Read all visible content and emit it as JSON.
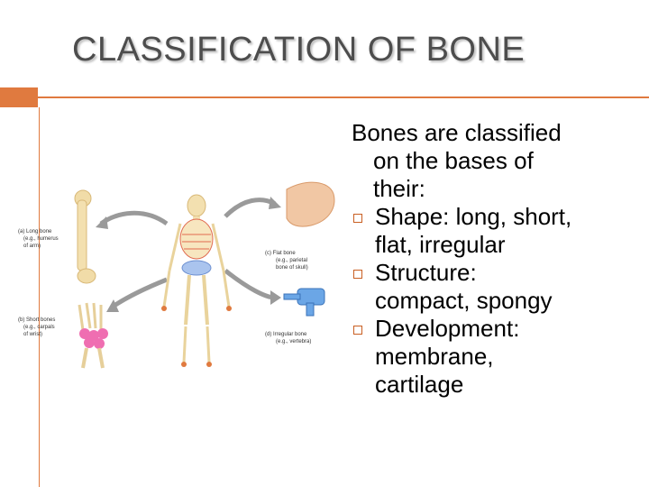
{
  "slide": {
    "title": "CLASSIFICATION OF BONE",
    "accent_color": "#e07a3f",
    "intro_line1": "Bones are classified",
    "intro_line2": "on the bases of",
    "intro_line3": "their:",
    "bullets": [
      {
        "term": "Shape:",
        "rest1": " long, short,",
        "rest2": "flat, irregular"
      },
      {
        "term": "Structure:",
        "rest1": "",
        "rest2": "compact, spongy"
      },
      {
        "term": "Development:",
        "rest1": "",
        "rest2": "membrane,",
        "rest3": "cartilage"
      }
    ],
    "bullet_icon": "hollow-square-icon"
  },
  "figure": {
    "labels": {
      "long_bone": "(a) Long bone",
      "long_example1": "(e.g., humerus",
      "long_example2": "of arm)",
      "short_bone": "(b) Short bones",
      "short_example1": "(e.g., carpals",
      "short_example2": "of wrist)",
      "flat_bone": "(c) Flat bone",
      "flat_example1": "(e.g., parietal",
      "flat_example2": "bone of skull)",
      "irregular_bone": "(d) Irregular bone",
      "irregular_example": "(e.g., vertebra)"
    }
  }
}
